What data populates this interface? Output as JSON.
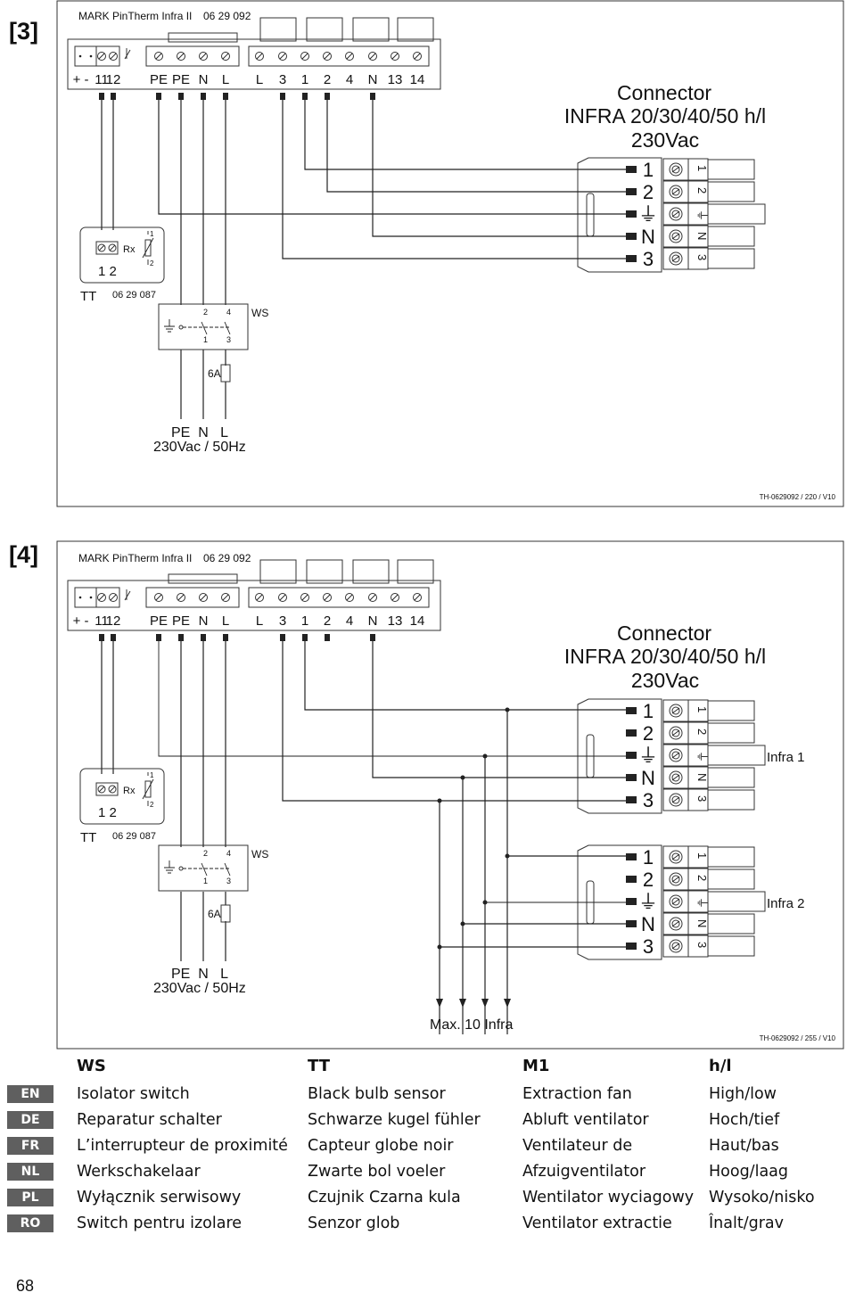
{
  "figures": [
    {
      "label": "[3]",
      "device_title": "MARK PinTherm Infra II",
      "device_code": "06 29 092",
      "terminal_labels": [
        "+",
        "-",
        "11",
        "12",
        "PE",
        "PE",
        "N",
        "L",
        "L",
        "3",
        "1",
        "2",
        "4",
        "N",
        "13",
        "14"
      ],
      "connector_title": [
        "Connector",
        "INFRA 20/30/40/50 h/l",
        "230Vac"
      ],
      "connector_pins": [
        "1",
        "2",
        "⏚",
        "N",
        "3"
      ],
      "connector_side_labels": [
        "1",
        "2",
        "⏚",
        "N",
        "3"
      ],
      "sensor_label": "Rx",
      "sensor_terminals": "1 2",
      "sensor_pin_top": "1",
      "sensor_pin_bottom": "2",
      "sensor_name": "TT",
      "sensor_code": "06 29 087",
      "switch_name": "WS",
      "switch_pins": [
        "2",
        "4",
        "1",
        "3"
      ],
      "fuse": "6A",
      "supply_labels": "PE  N   L",
      "supply_spec": "230Vac / 50Hz",
      "ref": "TH-0629092 / 220 / V10"
    },
    {
      "label": "[4]",
      "device_title": "MARK PinTherm Infra II",
      "device_code": "06 29 092",
      "terminal_labels": [
        "+",
        "-",
        "11",
        "12",
        "PE",
        "PE",
        "N",
        "L",
        "L",
        "3",
        "1",
        "2",
        "4",
        "N",
        "13",
        "14"
      ],
      "connector_title": [
        "Connector",
        "INFRA 20/30/40/50 h/l",
        "230Vac"
      ],
      "connector_pins": [
        "1",
        "2",
        "⏚",
        "N",
        "3"
      ],
      "connector_side_labels": [
        "1",
        "2",
        "⏚",
        "N",
        "3"
      ],
      "infra_labels": [
        "Infra 1",
        "Infra 2"
      ],
      "sensor_label": "Rx",
      "sensor_terminals": "1 2",
      "sensor_pin_top": "1",
      "sensor_pin_bottom": "2",
      "sensor_name": "TT",
      "sensor_code": "06 29 087",
      "switch_name": "WS",
      "switch_pins": [
        "2",
        "4",
        "1",
        "3"
      ],
      "fuse": "6A",
      "supply_labels": "PE  N   L",
      "supply_spec": "230Vac / 50Hz",
      "max_note": "Max. 10 Infra",
      "ref": "TH-0629092 / 255 / V10"
    }
  ],
  "legend": {
    "headers": [
      "WS",
      "TT",
      "M1",
      "h/l"
    ],
    "rows": [
      {
        "lang": "EN",
        "cells": [
          "Isolator switch",
          "Black bulb sensor",
          "Extraction fan",
          "High/low"
        ]
      },
      {
        "lang": "DE",
        "cells": [
          "Reparatur schalter",
          "Schwarze kugel fühler",
          "Abluft ventilator",
          "Hoch/tief"
        ]
      },
      {
        "lang": "FR",
        "cells": [
          "L’interrupteur de proximité",
          "Capteur globe noir",
          "Ventilateur de",
          "Haut/bas"
        ]
      },
      {
        "lang": "NL",
        "cells": [
          "Werkschakelaar",
          "Zwarte bol voeler",
          "Afzuigventilator",
          "Hoog/laag"
        ]
      },
      {
        "lang": "PL",
        "cells": [
          "Wyłącznik serwisowy",
          "Czujnik Czarna kula",
          "Wentilator wyciagowy",
          "Wysoko/nisko"
        ]
      },
      {
        "lang": "RO",
        "cells": [
          "Switch pentru izolare",
          "Senzor glob",
          "Ventilator extractie",
          "Înalt/grav"
        ]
      }
    ]
  },
  "page_number": "68"
}
